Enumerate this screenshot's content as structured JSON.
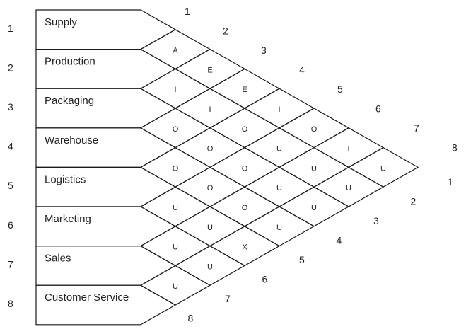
{
  "departments": [
    {
      "num": "1",
      "name": "Supply"
    },
    {
      "num": "2",
      "name": "Production"
    },
    {
      "num": "3",
      "name": "Packaging"
    },
    {
      "num": "4",
      "name": "Warehouse"
    },
    {
      "num": "5",
      "name": "Logistics"
    },
    {
      "num": "6",
      "name": "Marketing"
    },
    {
      "num": "7",
      "name": "Sales"
    },
    {
      "num": "8",
      "name": "Customer Service"
    }
  ],
  "top_numbers": [
    "1",
    "2",
    "3",
    "4",
    "5",
    "6",
    "7",
    "8"
  ],
  "bottom_numbers": [
    "1",
    "2",
    "3",
    "4",
    "5",
    "6",
    "7",
    "8"
  ],
  "relationships": [
    {
      "i": 1,
      "j": 2,
      "code": "A"
    },
    {
      "i": 1,
      "j": 3,
      "code": "E"
    },
    {
      "i": 1,
      "j": 4,
      "code": "E"
    },
    {
      "i": 1,
      "j": 5,
      "code": "I"
    },
    {
      "i": 1,
      "j": 6,
      "code": "O"
    },
    {
      "i": 1,
      "j": 7,
      "code": "I"
    },
    {
      "i": 1,
      "j": 8,
      "code": "U"
    },
    {
      "i": 2,
      "j": 3,
      "code": "I"
    },
    {
      "i": 2,
      "j": 4,
      "code": "I"
    },
    {
      "i": 2,
      "j": 5,
      "code": "O"
    },
    {
      "i": 2,
      "j": 6,
      "code": "U"
    },
    {
      "i": 2,
      "j": 7,
      "code": "U"
    },
    {
      "i": 2,
      "j": 8,
      "code": "U"
    },
    {
      "i": 3,
      "j": 4,
      "code": "O"
    },
    {
      "i": 3,
      "j": 5,
      "code": "O"
    },
    {
      "i": 3,
      "j": 6,
      "code": "O"
    },
    {
      "i": 3,
      "j": 7,
      "code": "U"
    },
    {
      "i": 3,
      "j": 8,
      "code": "U"
    },
    {
      "i": 4,
      "j": 5,
      "code": "O"
    },
    {
      "i": 4,
      "j": 6,
      "code": "O"
    },
    {
      "i": 4,
      "j": 7,
      "code": "O"
    },
    {
      "i": 4,
      "j": 8,
      "code": "U"
    },
    {
      "i": 5,
      "j": 6,
      "code": "U"
    },
    {
      "i": 5,
      "j": 7,
      "code": "U"
    },
    {
      "i": 5,
      "j": 8,
      "code": "X"
    },
    {
      "i": 6,
      "j": 7,
      "code": "U"
    },
    {
      "i": 6,
      "j": 8,
      "code": "U"
    },
    {
      "i": 7,
      "j": 8,
      "code": "U"
    }
  ]
}
